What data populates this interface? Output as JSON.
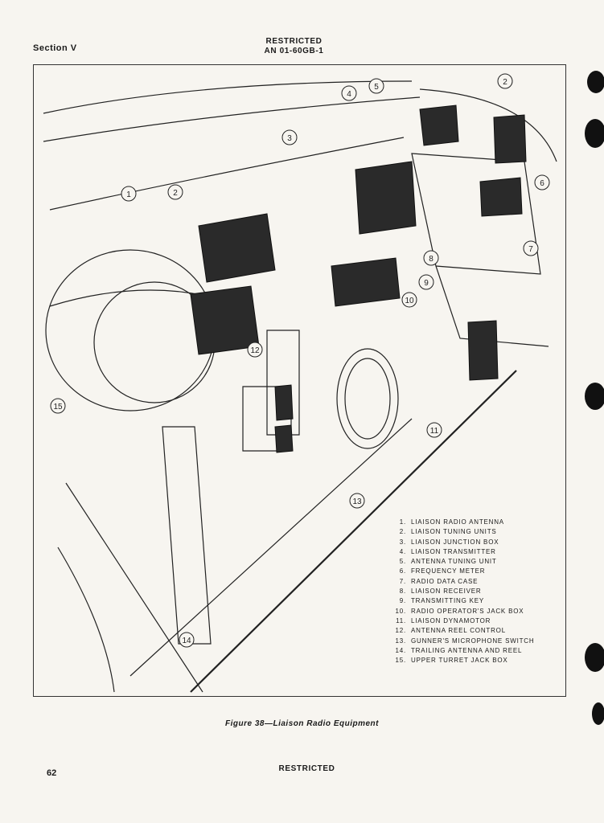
{
  "header": {
    "section": "Section V",
    "classification": "RESTRICTED",
    "doc_number": "AN 01-60GB-1"
  },
  "figure": {
    "caption": "Figure 38—Liaison Radio Equipment",
    "callouts": [
      "1",
      "2",
      "3",
      "4",
      "5",
      "6",
      "7",
      "8",
      "9",
      "10",
      "11",
      "12",
      "13",
      "14",
      "15"
    ],
    "legend": [
      {
        "num": "1.",
        "label": "LIAISON RADIO ANTENNA"
      },
      {
        "num": "2.",
        "label": "LIAISON TUNING UNITS"
      },
      {
        "num": "3.",
        "label": "LIAISON JUNCTION BOX"
      },
      {
        "num": "4.",
        "label": "LIAISON TRANSMITTER"
      },
      {
        "num": "5.",
        "label": "ANTENNA TUNING UNIT"
      },
      {
        "num": "6.",
        "label": "FREQUENCY METER"
      },
      {
        "num": "7.",
        "label": "RADIO DATA CASE"
      },
      {
        "num": "8.",
        "label": "LIAISON RECEIVER"
      },
      {
        "num": "9.",
        "label": "TRANSMITTING KEY"
      },
      {
        "num": "10.",
        "label": "RADIO OPERATOR'S JACK BOX"
      },
      {
        "num": "11.",
        "label": "LIAISON DYNAMOTOR"
      },
      {
        "num": "12.",
        "label": "ANTENNA REEL CONTROL"
      },
      {
        "num": "13.",
        "label": "GUNNER'S MICROPHONE SWITCH"
      },
      {
        "num": "14.",
        "label": "TRAILING ANTENNA AND REEL"
      },
      {
        "num": "15.",
        "label": "UPPER TURRET JACK BOX"
      }
    ]
  },
  "footer": {
    "classification": "RESTRICTED",
    "page_number": "62"
  }
}
